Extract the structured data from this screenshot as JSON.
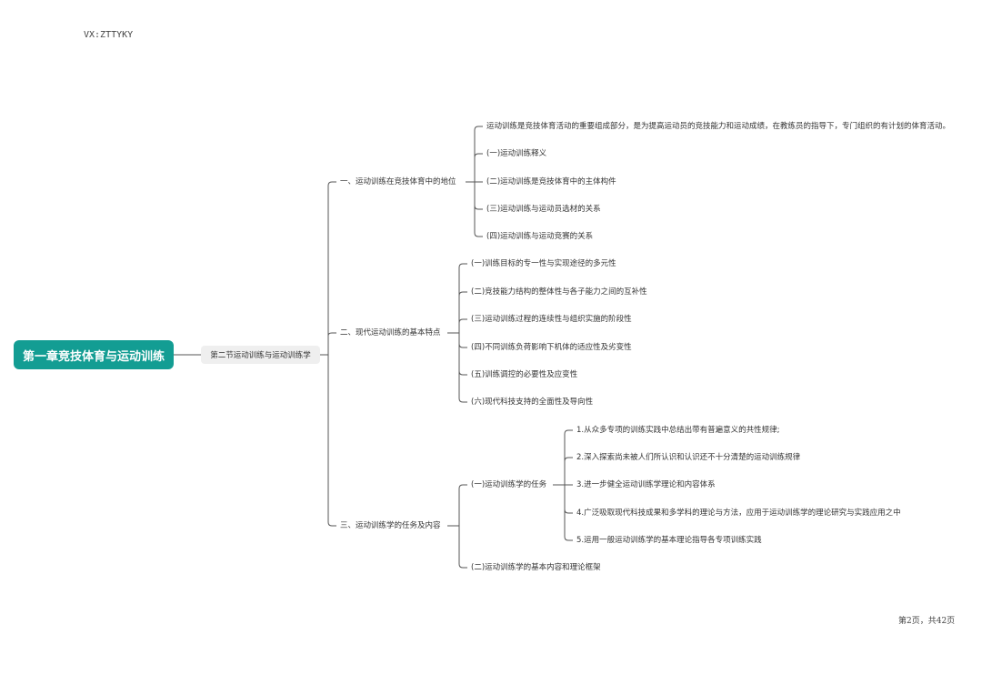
{
  "watermark": "VX:ZTTYKY",
  "footer": "第2页，共42页",
  "mindmap": {
    "root": "第一章竞技体育与运动训练",
    "section": "第二节运动训练与运动训练学",
    "topics": [
      {
        "label": "一、运动训练在竞技体育中的地位",
        "items": [
          "运动训练是竞技体育活动的重要组成部分，是为提高运动员的竞技能力和运动成绩，在教练员的指导下，专门组织的有计划的体育活动。",
          "(一)运动训练释义",
          "(二)运动训练是竞技体育中的主体构件",
          "(三)运动训练与运动员选材的关系",
          "(四)运动训练与运动竞赛的关系"
        ]
      },
      {
        "label": "二、现代运动训练的基本特点",
        "items": [
          "(一)训练目标的专一性与实现途径的多元性",
          "(二)竞技能力结构的整体性与各子能力之间的互补性",
          "(三)运动训练过程的连续性与组织实施的阶段性",
          "(四)不同训练负荷影响下机体的适应性及劣变性",
          "(五)训练调控的必要性及应变性",
          "(六)现代科技支持的全面性及导向性"
        ]
      },
      {
        "label": "三、运动训练学的任务及内容",
        "subtopics": [
          {
            "label": "(一)运动训练学的任务",
            "items": [
              "1.从众多专项的训练实践中总结出带有普遍意义的共性规律;",
              "2.深入探索尚未被人们所认识和认识还不十分清楚的运动训练规律",
              "3.进一步健全运动训练学理论和内容体系",
              "4.广泛吸取现代科技成果和多学科的理论与方法，应用于运动训练学的理论研究与实践应用之中",
              "5.运用一般运动训练学的基本理论指导各专项训练实践"
            ]
          },
          {
            "label": "(二)运动训练学的基本内容和理论框架"
          }
        ]
      }
    ]
  }
}
